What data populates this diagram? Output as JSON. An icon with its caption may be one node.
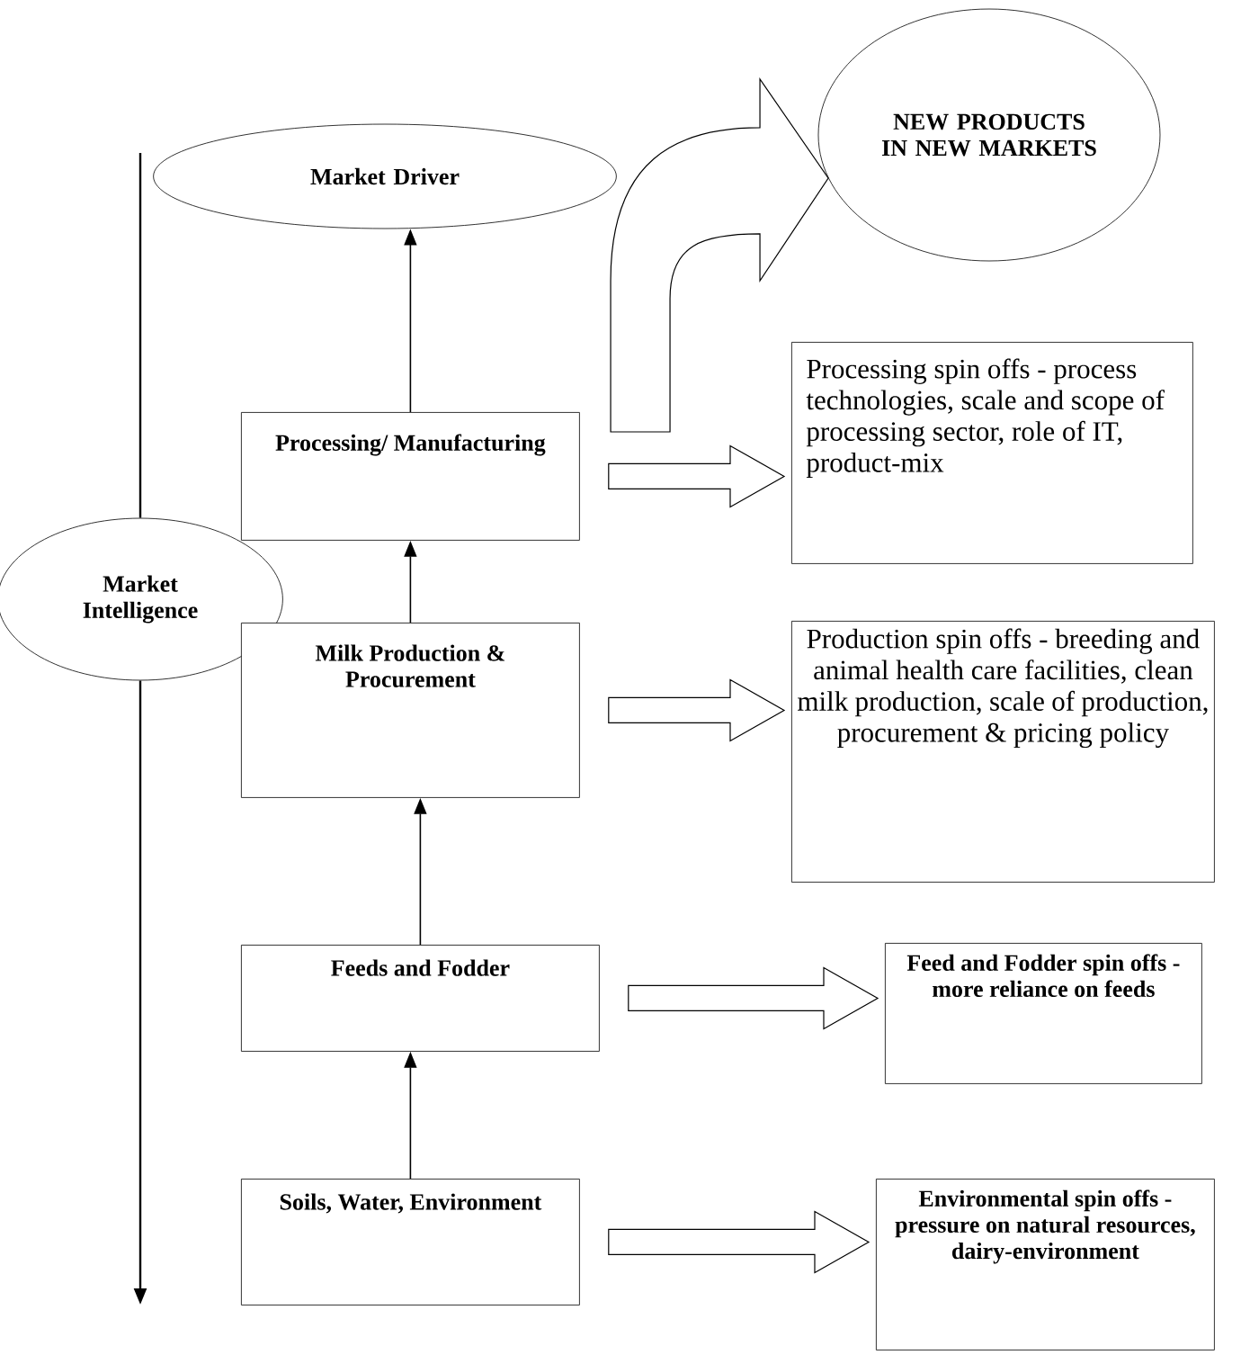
{
  "diagram": {
    "nodes": [
      {
        "text": [
          "Market Driver"
        ]
      },
      {
        "text": [
          "NEW PRODUCTS IN NEW MARKETS"
        ]
      },
      {
        "text": [
          "Processing/ Manufacturing"
        ]
      },
      {
        "text": [
          "Processing spin offs - process technologies, scale and scope of processing sector, role of IT, product-mix"
        ]
      },
      {
        "text": [
          "Market Intelligence"
        ]
      },
      {
        "text": [
          "Milk Production & Procurement"
        ]
      },
      {
        "text": [
          "Production spin offs - breeding and animal health care facilities, clean milk production, scale of production, procurement & pricing policy"
        ]
      },
      {
        "text": [
          "Feeds and Fodder"
        ]
      },
      {
        "text": [
          "Feed and Fodder spin offs - more reliance on feeds"
        ]
      },
      {
        "text": [
          "Soils, Water, Environment"
        ]
      },
      {
        "text": [
          "Environmental spin offs - pressure on natural resources, dairy-environment"
        ]
      }
    ],
    "edges": [
      {
        "from": 9,
        "to": 7,
        "arrow": "to"
      },
      {
        "from": 7,
        "to": 5,
        "arrow": "to"
      },
      {
        "from": 5,
        "to": 2,
        "arrow": "to"
      },
      {
        "from": 2,
        "to": 0,
        "arrow": "to"
      },
      {
        "from": 2,
        "to": 1,
        "arrow": "to",
        "style": "thick"
      },
      {
        "from": 2,
        "to": 3,
        "arrow": "to",
        "style": "thick"
      },
      {
        "from": 5,
        "to": 6,
        "arrow": "to",
        "style": "thick"
      },
      {
        "from": 7,
        "to": 8,
        "arrow": "to",
        "style": "thick"
      },
      {
        "from": 9,
        "to": 10,
        "arrow": "to",
        "style": "thick"
      },
      {
        "from": null,
        "to": 4,
        "arrow": "none"
      },
      {
        "from": 4,
        "to": null,
        "arrow": "to"
      }
    ]
  }
}
